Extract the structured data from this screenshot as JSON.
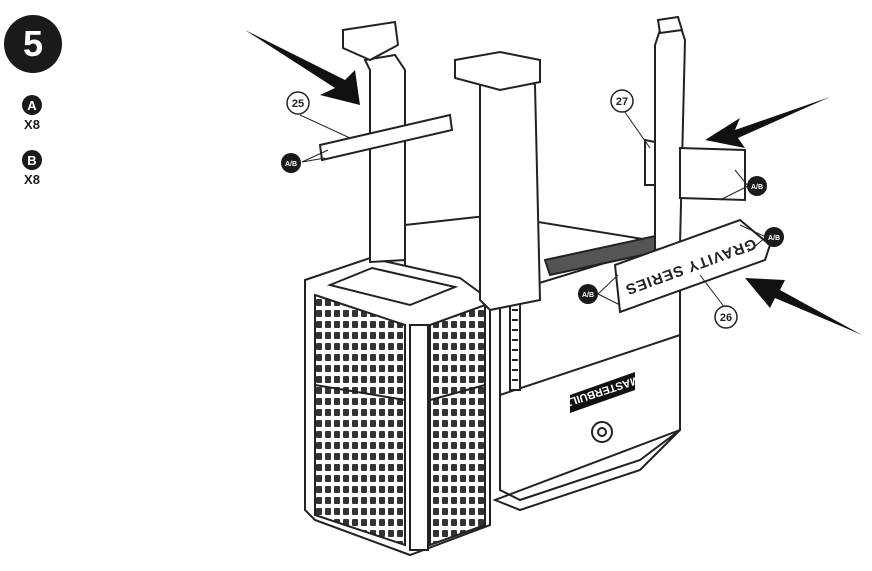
{
  "step": {
    "number": "5"
  },
  "parts": [
    {
      "letter": "A",
      "qty": "X8"
    },
    {
      "letter": "B",
      "qty": "X8"
    }
  ],
  "callouts": {
    "c25": "25",
    "c26": "26",
    "c27": "27"
  },
  "hardware_tag": "A/B",
  "panel_label": "GRAVITY SERIES",
  "logo": "MASTERBUILT"
}
